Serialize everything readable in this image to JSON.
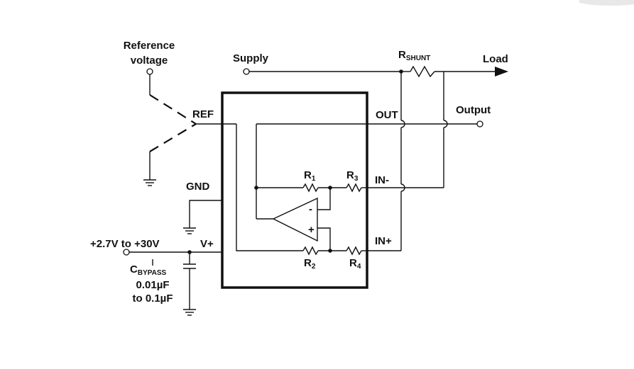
{
  "labels": {
    "reference_line1": "Reference",
    "reference_line2": "voltage",
    "supply": "Supply",
    "rshunt_main": "R",
    "rshunt_sub": "SHUNT",
    "load": "Load",
    "ref_pin": "REF",
    "out_pin": "OUT",
    "output": "Output",
    "gnd_pin": "GND",
    "vplus_pin": "V+",
    "in_minus_pin": "IN-",
    "in_plus_pin": "IN+",
    "vrange": "+2.7V to +30V",
    "cbypass_main": "C",
    "cbypass_sub": "BYPASS",
    "cbypass_val1": "0.01µF",
    "cbypass_val2": "to 0.1µF",
    "r1_main": "R",
    "r1_sub": "1",
    "r2_main": "R",
    "r2_sub": "2",
    "r3_main": "R",
    "r3_sub": "3",
    "r4_main": "R",
    "r4_sub": "4",
    "opamp_minus": "-",
    "opamp_plus": "+"
  }
}
